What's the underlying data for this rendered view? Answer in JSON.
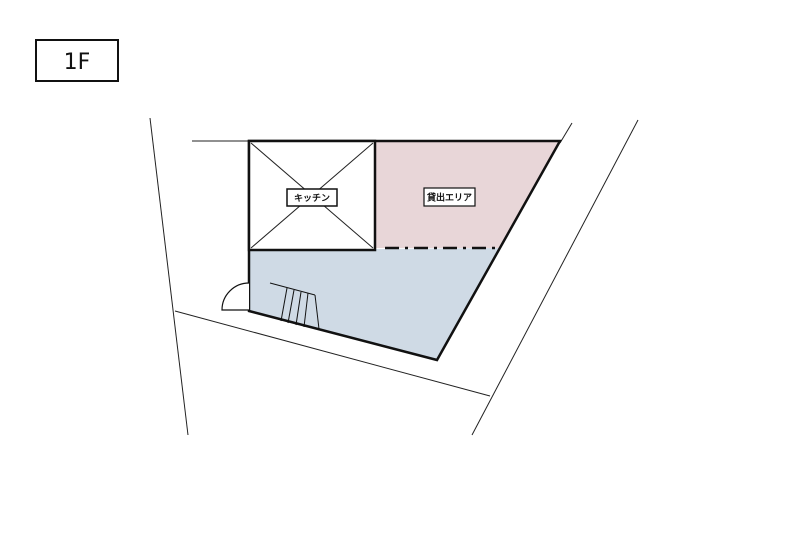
{
  "floor": {
    "label": "1F"
  },
  "rooms": {
    "kitchen": {
      "label": "キッチン"
    },
    "rental_area": {
      "label": "貸出エリア",
      "fill": "#e8d6d8"
    },
    "main_area": {
      "fill": "#cfdae5"
    }
  }
}
